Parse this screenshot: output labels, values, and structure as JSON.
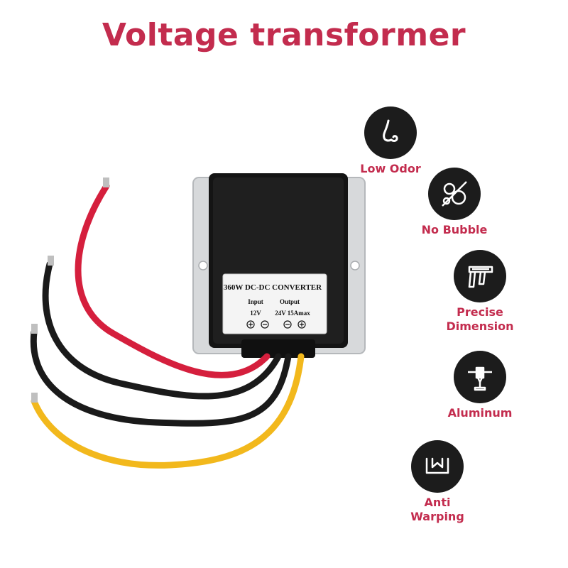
{
  "title": "Voltage transformer",
  "colors": {
    "accent": "#c32c4e",
    "badge": "#1c1c1c",
    "wire_red": "#d51f3d",
    "wire_yellow": "#f2b81c"
  },
  "product": {
    "label_title": "360W DC-DC CONVERTER",
    "input_label": "Input",
    "output_label": "Output",
    "input_voltage": "12V",
    "output_spec": "24V 15Amax"
  },
  "features": [
    {
      "label": "Low Odor",
      "icon": "nose-icon"
    },
    {
      "label": "No Bubble",
      "icon": "bubbles-icon"
    },
    {
      "label": "Precise\nDimension",
      "icon": "caliper-icon"
    },
    {
      "label": "Aluminum",
      "icon": "nozzle-icon"
    },
    {
      "label": "Anti\nWarping",
      "icon": "warp-icon"
    }
  ]
}
